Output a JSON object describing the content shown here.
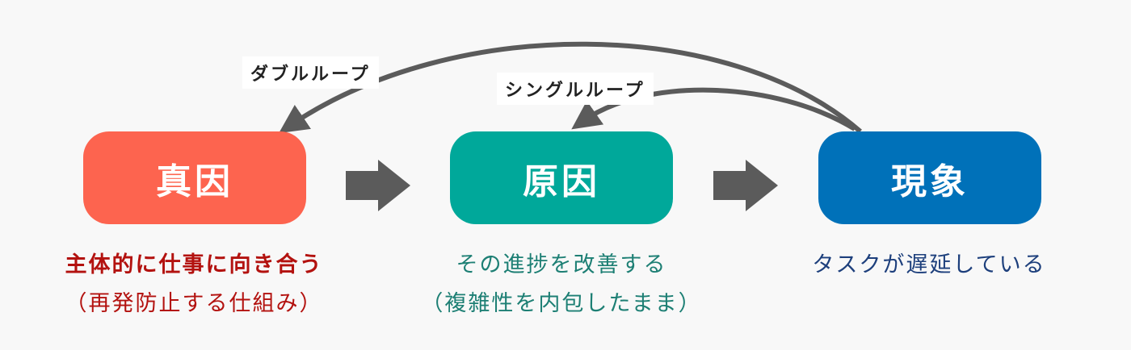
{
  "colors": {
    "true_cause": "#fd644f",
    "cause": "#00a89a",
    "phenomenon": "#0071b9",
    "arrow": "#5b5b5b",
    "true_cause_text": "#b3120f",
    "cause_text": "#1d7f74",
    "phenomenon_text": "#1d3f7c"
  },
  "loops": {
    "double": "ダブルループ",
    "single": "シングルループ"
  },
  "boxes": {
    "true_cause": "真因",
    "cause": "原因",
    "phenomenon": "現象"
  },
  "captions": {
    "true_cause": {
      "line1": "主体的に仕事に向き合う",
      "line2": "（再発防止する仕組み）"
    },
    "cause": {
      "line1": "その進捗を改善する",
      "line2": "（複雑性を内包したまま）"
    },
    "phenomenon": {
      "line1": "タスクが遅延している"
    }
  }
}
